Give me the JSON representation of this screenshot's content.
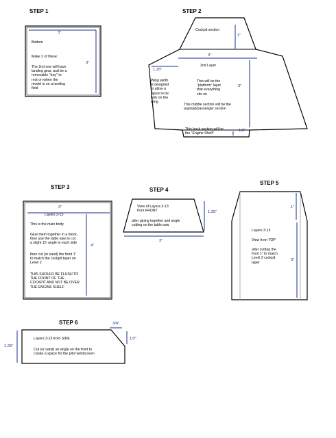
{
  "colors": {
    "line": "#000000",
    "dimension": "#1a2c8c",
    "background": "#ffffff"
  },
  "step1": {
    "title": "STEP 1",
    "width_dim": "3\"",
    "height_dim": "3\"",
    "label": "Bottom",
    "note1": "Make 2 of these:",
    "note2_lines": [
      "The 2nd one will have",
      "landing gear, and be a",
      "removable \"tray\" to",
      "rest on when the",
      "model is on a landing",
      "field"
    ]
  },
  "step2": {
    "title": "STEP 2",
    "cockpit_label": "Cockpit section",
    "cockpit_dim": "1\"",
    "width_dim": "3\"",
    "layer_label": "2nd Layer",
    "wing_dim": "1.25\"",
    "wing_note_lines": [
      "Wing width",
      "is designed",
      "to allow a",
      "figure to be",
      "fully on the",
      "wing"
    ],
    "platform_lines": [
      "This will be the",
      "\"platform\" layer",
      "that everything",
      "sits on"
    ],
    "height_dim": "3\"",
    "middle_lines": [
      "This middle section will be the",
      "payload/passenger section"
    ],
    "back_lines": [
      "This back section will be",
      "the \"Engine Shelf\""
    ],
    "back_dim": "1/2\""
  },
  "step3": {
    "title": "STEP 3",
    "width_dim": "3\"",
    "layers": "Layers 3-13",
    "main": "This is the main body",
    "glue_lines": [
      "Glue them together in a block,",
      "then use the table saw to cut",
      "a slight 15' angle to each side"
    ],
    "side_dim": "4\"",
    "cut_lines": [
      "then cut (or sand) the front 1\"",
      "to match the cockpit taper on",
      "Level 2"
    ],
    "flush_lines": [
      "THIS SHOULD BE FLUSH TO",
      "THE FRONT OF THE",
      "COCKPIT AND NOT BE OVER",
      "THE ENGINE SHELF"
    ]
  },
  "step4": {
    "title": "STEP 4",
    "view_lines": [
      "View of Layers 3-13",
      "from FRONT"
    ],
    "after_lines": [
      "after gluing together and angle",
      "cutting on the table saw"
    ],
    "height_dim": "1.25\"",
    "width_dim": "3\""
  },
  "step5": {
    "title": "STEP 5",
    "front_dim": "1\"",
    "layers": "Layers 3-13",
    "view": "View from TOP",
    "after_lines": [
      "after cutting the",
      "front 1\" to match",
      "Level 2 cockpit",
      "taper"
    ],
    "height_dim": "3\""
  },
  "step6": {
    "title": "STEP 6",
    "top_dim": "3/4\"",
    "angle_dim": "1/2\"",
    "height_dim": "1.25\"",
    "layers": "Layers 3-13 from SIDE",
    "cut_lines": [
      "Cut (or sand) an angle on the front to",
      "create a space for the pilot windscreen"
    ]
  }
}
